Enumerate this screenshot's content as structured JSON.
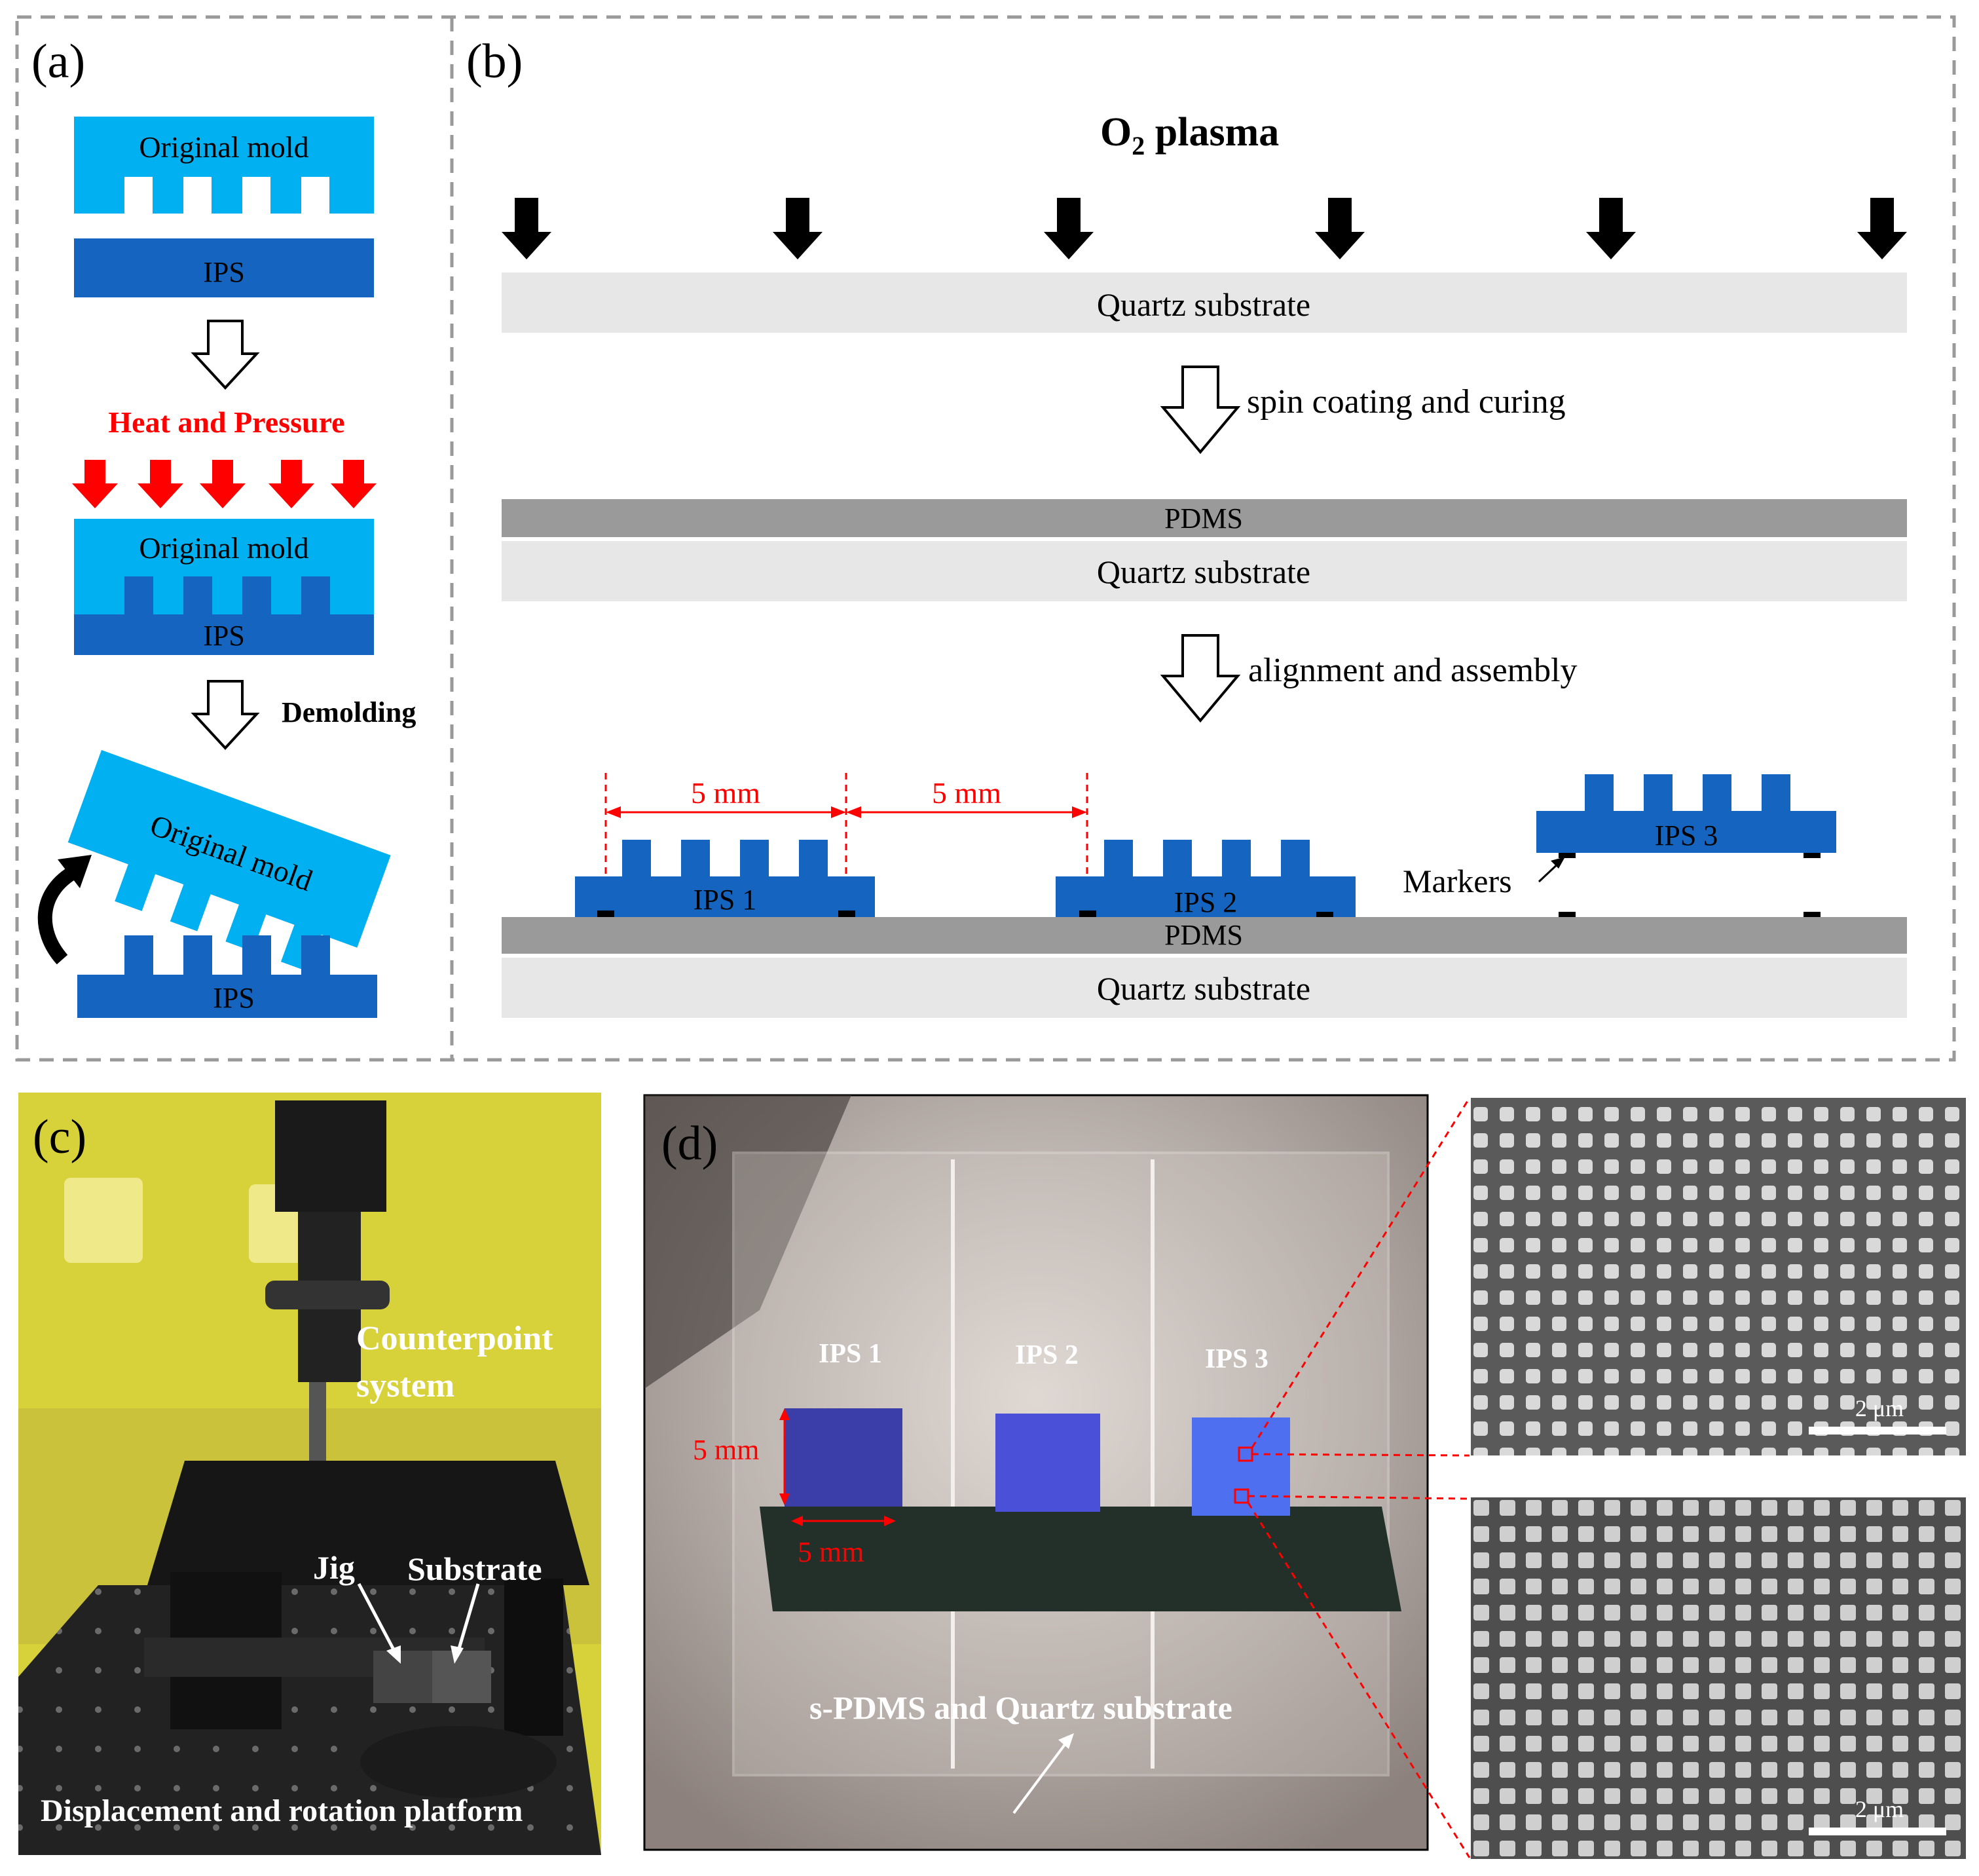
{
  "panel_a": {
    "label": "(a)",
    "mold_label": "Original mold",
    "ips_label": "IPS",
    "heat_pressure": "Heat and Pressure",
    "demolding": "Demolding"
  },
  "panel_b": {
    "label": "(b)",
    "plasma_main": "O",
    "plasma_sub": "2",
    "plasma_rest": " plasma",
    "quartz": "Quartz substrate",
    "step1": "spin coating and curing",
    "pdms": "PDMS",
    "step2": "alignment and assembly",
    "dim1": "5 mm",
    "dim2": "5 mm",
    "ips1": "IPS 1",
    "ips2": "IPS 2",
    "ips3": "IPS 3",
    "markers": "Markers"
  },
  "panel_c": {
    "label": "(c)",
    "counterpoint_line1": "Counterpoint",
    "counterpoint_line2": "system",
    "jig": "Jig",
    "substrate": "Substrate",
    "platform": "Displacement and rotation platform"
  },
  "panel_d": {
    "label": "(d)",
    "ips1": "IPS 1",
    "ips2": "IPS 2",
    "ips3": "IPS 3",
    "dim_v": "5 mm",
    "dim_h": "5 mm",
    "spdms": "s-PDMS and Quartz substrate",
    "scale_top": "2 μm",
    "scale_bottom": "2 μm"
  },
  "colors": {
    "mold": "#00b0f0",
    "ips": "#1565c0",
    "quartz": "#e7e7e7",
    "pdms": "#9a9a9a",
    "red": "#ff0000",
    "photo_c": "#d8d23a",
    "photo_d": "#b8aca5",
    "sem": "#5a5a5a"
  }
}
